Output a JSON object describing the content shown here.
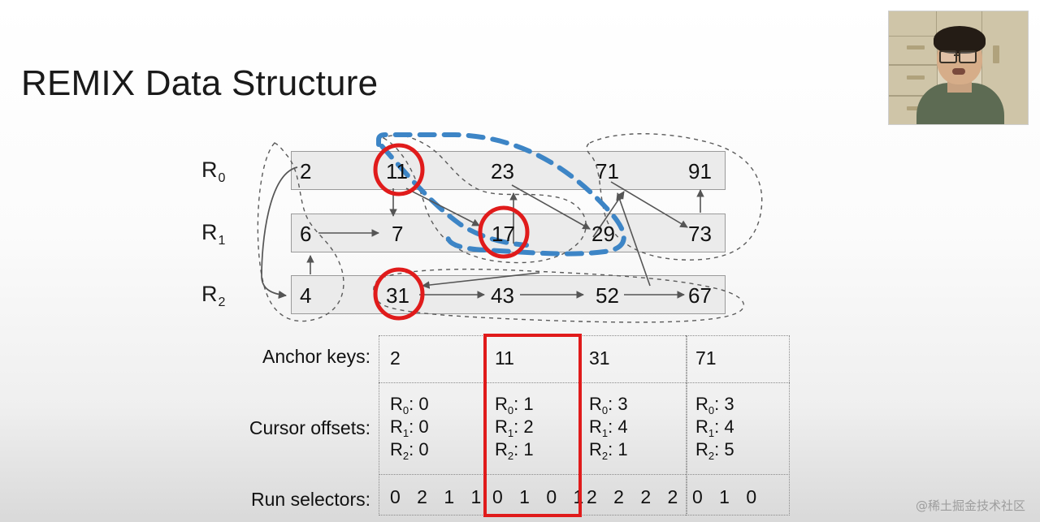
{
  "slide": {
    "title": "REMIX Data Structure",
    "watermark": "@稀土掘金技术社区"
  },
  "diagram": {
    "rows": [
      {
        "label": "R",
        "sub": "0",
        "keys": [
          "2",
          "11",
          "23",
          "71",
          "91"
        ]
      },
      {
        "label": "R",
        "sub": "1",
        "keys": [
          "6",
          "7",
          "17",
          "29",
          "73"
        ]
      },
      {
        "label": "R",
        "sub": "2",
        "keys": [
          "4",
          "31",
          "43",
          "52",
          "67"
        ]
      }
    ],
    "circled_keys": [
      "11",
      "17",
      "31"
    ],
    "colors": {
      "highlight_circle": "#e01b1b",
      "cursor_path": "#3d85c6",
      "run_box_fill": "#ebebeb",
      "run_box_border": "#9a9a9a",
      "segment_outline": "#5a5a5a"
    }
  },
  "table": {
    "labels": {
      "anchor_keys": "Anchor keys:",
      "cursor_offsets": "Cursor offsets:",
      "run_selectors": "Run selectors:"
    },
    "columns": [
      {
        "anchor_key": "2",
        "offsets": [
          {
            "run": "R",
            "sub": "0",
            "value": "0"
          },
          {
            "run": "R",
            "sub": "1",
            "value": "0"
          },
          {
            "run": "R",
            "sub": "2",
            "value": "0"
          }
        ],
        "selectors": "0 2 1 1",
        "highlighted": false
      },
      {
        "anchor_key": "11",
        "offsets": [
          {
            "run": "R",
            "sub": "0",
            "value": "1"
          },
          {
            "run": "R",
            "sub": "1",
            "value": "2"
          },
          {
            "run": "R",
            "sub": "2",
            "value": "1"
          }
        ],
        "selectors": "0 1 0 1",
        "highlighted": true
      },
      {
        "anchor_key": "31",
        "offsets": [
          {
            "run": "R",
            "sub": "0",
            "value": "3"
          },
          {
            "run": "R",
            "sub": "1",
            "value": "4"
          },
          {
            "run": "R",
            "sub": "2",
            "value": "1"
          }
        ],
        "selectors": "2 2 2 2",
        "highlighted": false
      },
      {
        "anchor_key": "71",
        "offsets": [
          {
            "run": "R",
            "sub": "0",
            "value": "3"
          },
          {
            "run": "R",
            "sub": "1",
            "value": "4"
          },
          {
            "run": "R",
            "sub": "2",
            "value": "5"
          }
        ],
        "selectors": "0 1 0",
        "highlighted": false
      }
    ]
  }
}
